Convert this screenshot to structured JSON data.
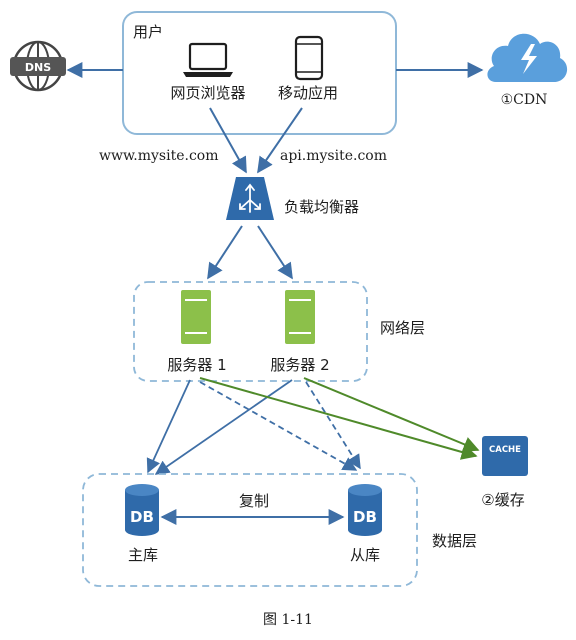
{
  "user": {
    "label": "用户",
    "browser": "网页浏览器",
    "mobile": "移动应用"
  },
  "dns": {
    "label": "DNS"
  },
  "cdn": {
    "label": "①CDN"
  },
  "domains": {
    "web": "www.mysite.com",
    "api": "api.mysite.com"
  },
  "load_balancer": {
    "label": "负载均衡器"
  },
  "web_tier": {
    "label": "网络层",
    "server1": "服务器 1",
    "server2": "服务器 2"
  },
  "cache": {
    "badge": "CACHE",
    "label": "②缓存"
  },
  "data_tier": {
    "label": "数据层",
    "primary": "主库",
    "replica": "从库",
    "db": "DB",
    "replication": "复制"
  },
  "caption": "图 1-11",
  "colors": {
    "blue": "#3f6fa6",
    "green": "#4f8a2a",
    "server_green": "#8cc04a",
    "cloud_blue": "#5a9fdc",
    "dashed": "#8fb8d8"
  }
}
